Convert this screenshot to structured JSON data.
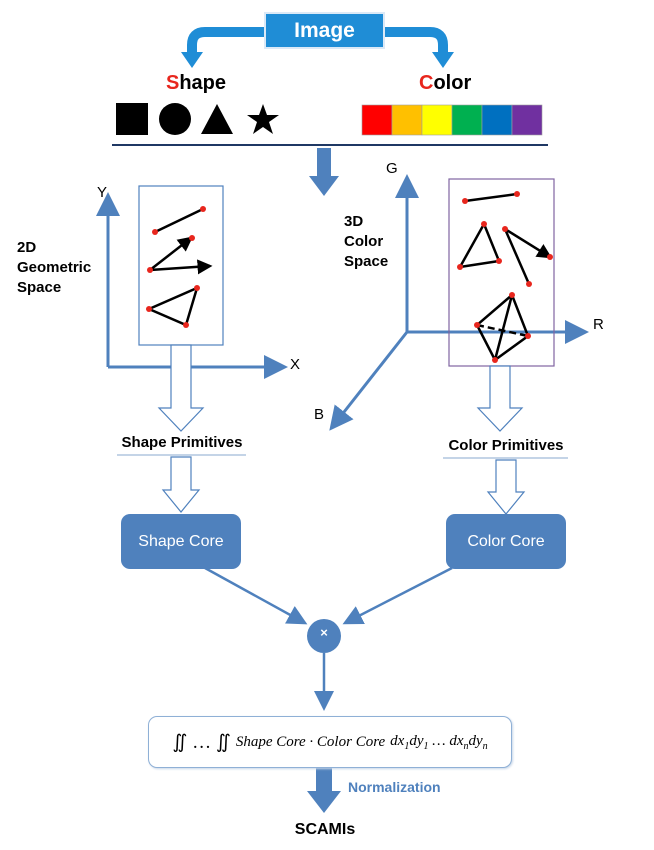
{
  "title": "Image",
  "shape": {
    "first_letter": "S",
    "rest": "hape"
  },
  "color": {
    "first_letter": "C",
    "rest": "olor"
  },
  "shape_icons": [
    "square-icon",
    "circle-icon",
    "triangle-icon",
    "star-icon"
  ],
  "color_swatches": [
    "#ff0000",
    "#ffc000",
    "#ffff00",
    "#00b050",
    "#0070c0",
    "#7030a0"
  ],
  "space2d": {
    "line1": "2D",
    "line2": "Geometric",
    "line3": "Space",
    "axis_y": "Y",
    "axis_x": "X"
  },
  "space3d": {
    "line1": "3D",
    "line2": "Color",
    "line3": "Space",
    "axis_g": "G",
    "axis_r": "R",
    "axis_b": "B"
  },
  "shape_primitives": "Shape Primitives",
  "color_primitives": "Color Primitives",
  "shape_core": "Shape Core",
  "color_core": "Color Core",
  "multiply": "×",
  "formula": {
    "integrals": "∬ … ∬",
    "text": "Shape Core · Color Core"
  },
  "normalization": "Normalization",
  "output": "SCAMIs",
  "colors": {
    "accent": "#4f81bd",
    "title_box": "#1f8dd6",
    "red_letter": "#e8261d",
    "dot": "#e8261d"
  }
}
